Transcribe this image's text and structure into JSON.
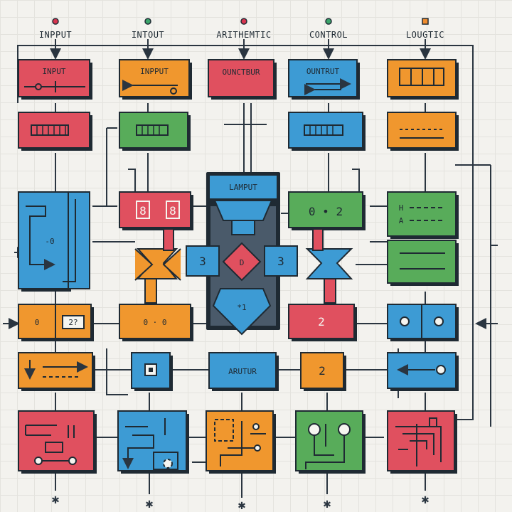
{
  "headers": [
    "INPPUT",
    "INTOUT",
    "ARITHEMTIC",
    "CONTROL",
    "LOUGTIC"
  ],
  "labels": {
    "b1": "INPUT",
    "b2": "INPPUT",
    "b3": "OUNCTBUR",
    "b4": "OUNTRUT",
    "center_top": "LAMPUT",
    "center_mid": "ARUTUR",
    "r3c1": "-0",
    "r3c4": "0 • 2",
    "center_left": "3",
    "center_diamond": "D",
    "center_right": "3",
    "center_lower": "*1",
    "r4c2": "0 · 0",
    "r4c4": "2",
    "r4c1": "0",
    "r4c1b": "2?",
    "r5c4": "2",
    "r3c2a": "8",
    "r3c2b": "8",
    "r3c5a": "H",
    "r3c5b": "A"
  },
  "colors": {
    "red": "#e0505f",
    "orange": "#f0972e",
    "blue": "#3d9bd4",
    "green": "#58ac5a",
    "slate": "#4a5a6a",
    "outline": "#1f2a33",
    "wire": "#2a3540",
    "dot_red": "#d8344f",
    "dot_green": "#3aa56a",
    "dot_orange": "#f08c2e"
  }
}
